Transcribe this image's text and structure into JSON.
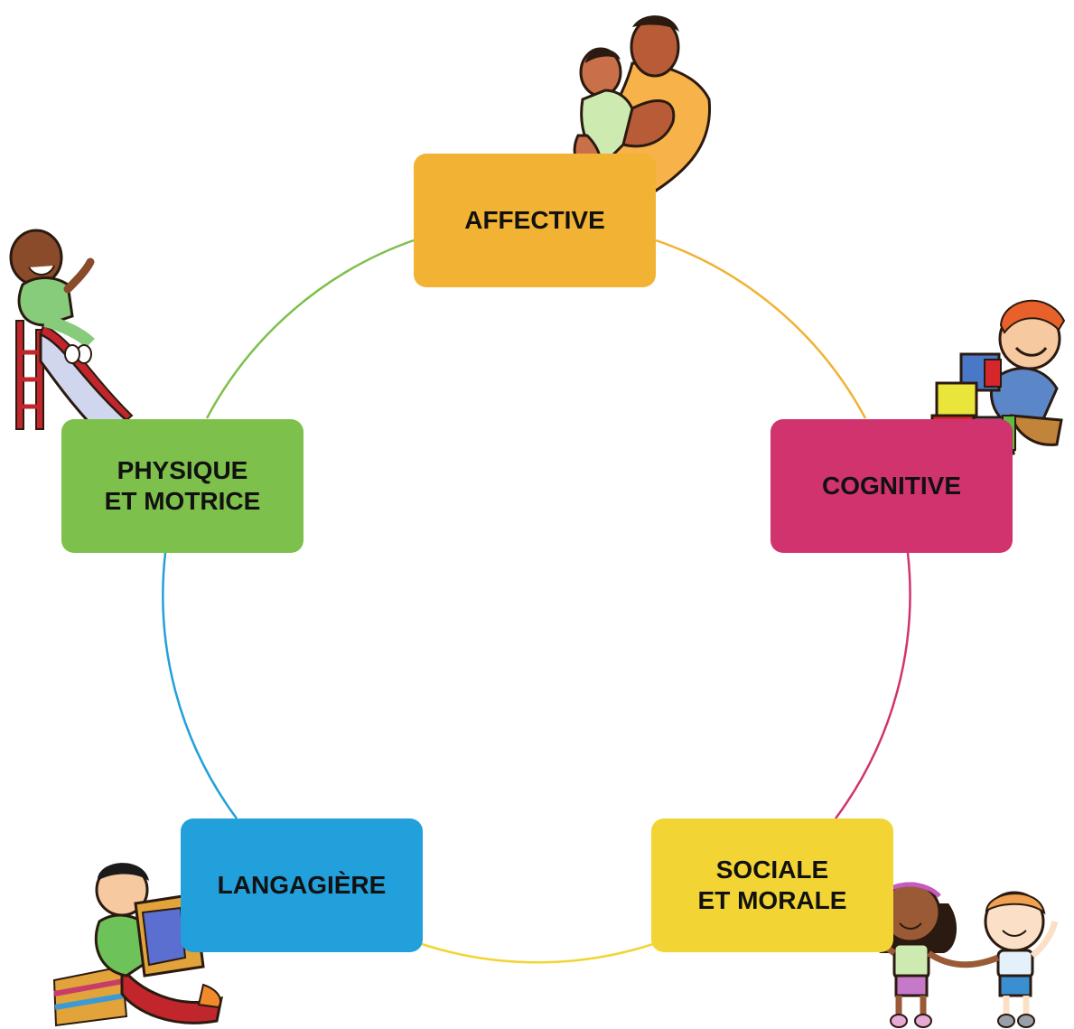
{
  "diagram": {
    "nodes": [
      {
        "id": "affective",
        "lines": [
          "AFFECTIVE"
        ],
        "color": "#F2B233"
      },
      {
        "id": "cognitive",
        "lines": [
          "COGNITIVE"
        ],
        "color": "#D1336F"
      },
      {
        "id": "sociale",
        "lines": [
          "SOCIALE",
          "ET MORALE"
        ],
        "color": "#F2D534"
      },
      {
        "id": "langagiere",
        "lines": [
          "LANGAGIÈRE"
        ],
        "color": "#22A0DB"
      },
      {
        "id": "physique",
        "lines": [
          "PHYSIQUE",
          "ET MOTRICE"
        ],
        "color": "#7DC04B"
      }
    ],
    "ring_colors": {
      "affective_to_cognitive": "#F2B233",
      "cognitive_to_sociale": "#D1336F",
      "sociale_to_langagiere": "#F2D534",
      "langagiere_to_physique": "#22A0DB",
      "physique_to_affective": "#7DC04B"
    },
    "illustrations": [
      {
        "name": "mother-hugging-baby-illustration",
        "near": "affective"
      },
      {
        "name": "child-stacking-blocks-illustration",
        "near": "cognitive"
      },
      {
        "name": "children-holding-hands-illustration",
        "near": "sociale"
      },
      {
        "name": "child-reading-book-illustration",
        "near": "langagiere"
      },
      {
        "name": "child-on-slide-illustration",
        "near": "physique"
      }
    ]
  }
}
